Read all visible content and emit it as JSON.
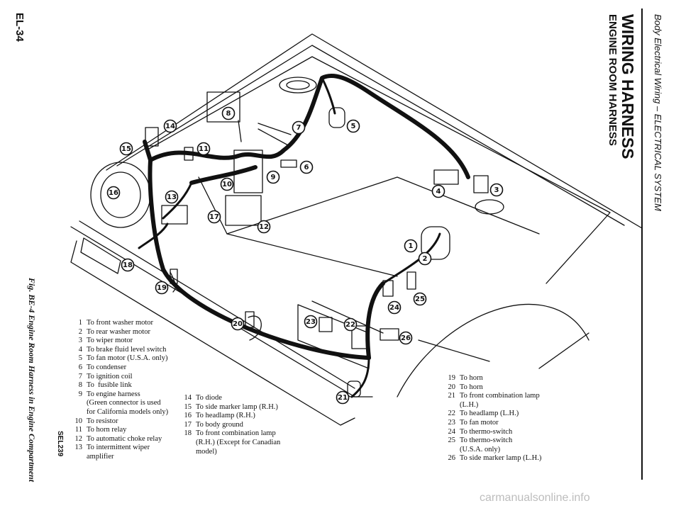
{
  "header": {
    "section": "Body Electrical Wiring – ELECTRICAL SYSTEM",
    "title": "WIRING HARNESS",
    "subtitle": "ENGINE ROOM HARNESS"
  },
  "page_number": "EL-34",
  "figure": {
    "caption": "Fig. BE-4 Engine Room Harness in Engine Compartment",
    "code": "SEL239"
  },
  "legend": {
    "col1": [
      {
        "n": "1",
        "t": "To front washer motor"
      },
      {
        "n": "2",
        "t": "To rear washer motor"
      },
      {
        "n": "3",
        "t": "To wiper motor"
      },
      {
        "n": "4",
        "t": "To brake fluid level switch"
      },
      {
        "n": "5",
        "t": "To fan motor (U.S.A. only)"
      },
      {
        "n": "6",
        "t": "To condenser"
      },
      {
        "n": "7",
        "t": "To ignition coil"
      },
      {
        "n": "8",
        "t": "To  fusible link"
      },
      {
        "n": "9",
        "t": "To engine harness"
      },
      {
        "n": "",
        "t": "(Green connector is used"
      },
      {
        "n": "",
        "t": "for California models only)"
      },
      {
        "n": "10",
        "t": "To resistor"
      },
      {
        "n": "11",
        "t": "To horn relay"
      },
      {
        "n": "12",
        "t": "To automatic choke relay"
      },
      {
        "n": "13",
        "t": "To intermittent wiper"
      },
      {
        "n": "",
        "t": "amplifier"
      }
    ],
    "col2": [
      {
        "n": "14",
        "t": "To diode"
      },
      {
        "n": "15",
        "t": "To side marker lamp (R.H.)"
      },
      {
        "n": "16",
        "t": "To headlamp (R.H.)"
      },
      {
        "n": "17",
        "t": "To body ground"
      },
      {
        "n": "18",
        "t": "To front combination lamp"
      },
      {
        "n": "",
        "t": "(R.H.) (Except for Canadian"
      },
      {
        "n": "",
        "t": "model)"
      }
    ],
    "col3": [
      {
        "n": "19",
        "t": "To horn"
      },
      {
        "n": "20",
        "t": "To horn"
      },
      {
        "n": "21",
        "t": "To front combination lamp"
      },
      {
        "n": "",
        "t": "(L.H.)"
      },
      {
        "n": "22",
        "t": "To headlamp (L.H.)"
      },
      {
        "n": "23",
        "t": "To fan motor"
      },
      {
        "n": "24",
        "t": "To thermo-switch"
      },
      {
        "n": "25",
        "t": "To thermo-switch"
      },
      {
        "n": "",
        "t": "(U.S.A. only)"
      },
      {
        "n": "26",
        "t": "To side marker lamp (L.H.)"
      }
    ]
  },
  "callouts": [
    "1",
    "2",
    "3",
    "4",
    "5",
    "6",
    "7",
    "8",
    "9",
    "10",
    "11",
    "12",
    "13",
    "14",
    "15",
    "16",
    "17",
    "18",
    "19",
    "20",
    "21",
    "22",
    "23",
    "24",
    "25",
    "26"
  ],
  "watermark": "carmanualsonline.info"
}
